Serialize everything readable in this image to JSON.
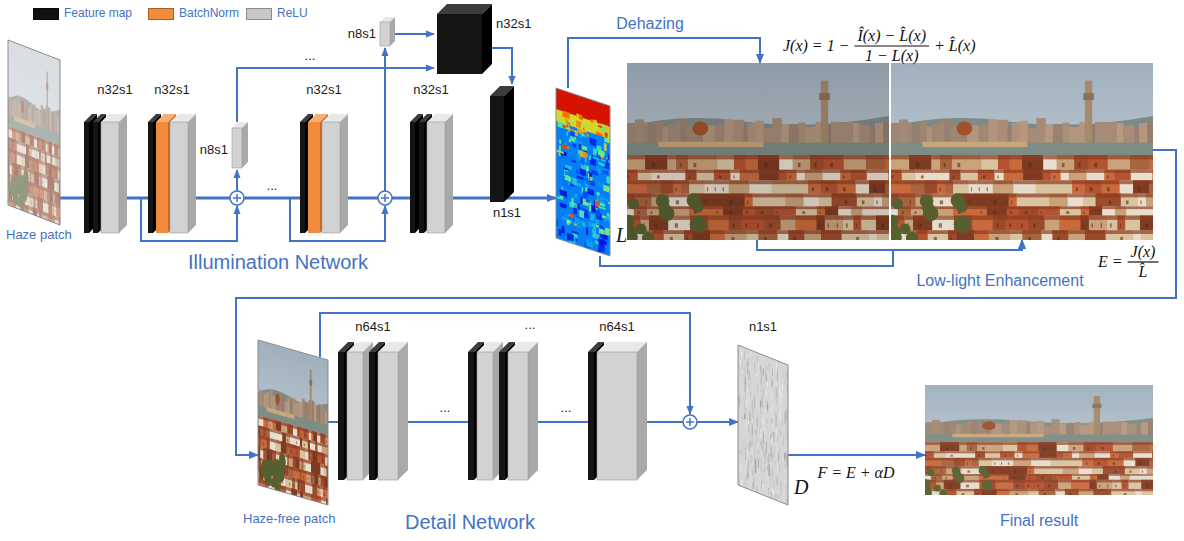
{
  "diagram": {
    "nodes": [
      {
        "text": [
          "Haze patch"
        ]
      },
      {
        "text": [
          "L"
        ]
      },
      {
        "text": [
          "J(x) = 1 −",
          "Î(x) − L̂(x)",
          "1 − L(x)",
          "+ L̂(x)"
        ]
      },
      {
        "text": [
          "E =",
          "J(x)",
          "L̂"
        ]
      },
      {
        "text": [
          "Haze-free patch"
        ]
      },
      {
        "text": [
          "D"
        ]
      },
      {
        "text": [
          "Final result"
        ]
      }
    ],
    "edges": [
      {
        "from": 0,
        "to": 1,
        "arrow": "to"
      },
      {
        "from": 1,
        "to": 2,
        "label": "Dehazing",
        "arrow": "to"
      },
      {
        "from": 2,
        "to": 3,
        "arrow": "to"
      },
      {
        "from": 1,
        "to": 3,
        "label": "Low-light Enhancement",
        "arrow": "to"
      },
      {
        "from": 3,
        "to": 4,
        "arrow": "to"
      },
      {
        "from": 4,
        "to": 5,
        "arrow": "to"
      },
      {
        "from": 5,
        "to": 6,
        "label": "F = E + αD",
        "arrow": "to"
      }
    ],
    "labels": [
      "n32s1",
      "n32s1",
      "n8s1",
      "...",
      "...",
      "n8s1",
      "n32s1",
      "n32s1",
      "n32s1",
      "n1s1",
      "Illumination Network",
      "n64s1",
      "...",
      "...",
      "...",
      "n64s1",
      "n1s1",
      "Detail Network"
    ],
    "legend": [
      {
        "text": "Feature map",
        "color": "#111111"
      },
      {
        "text": "BatchNorm",
        "color": "#f08a3c"
      },
      {
        "text": "ReLU",
        "color": "#c8c8c8"
      }
    ]
  }
}
